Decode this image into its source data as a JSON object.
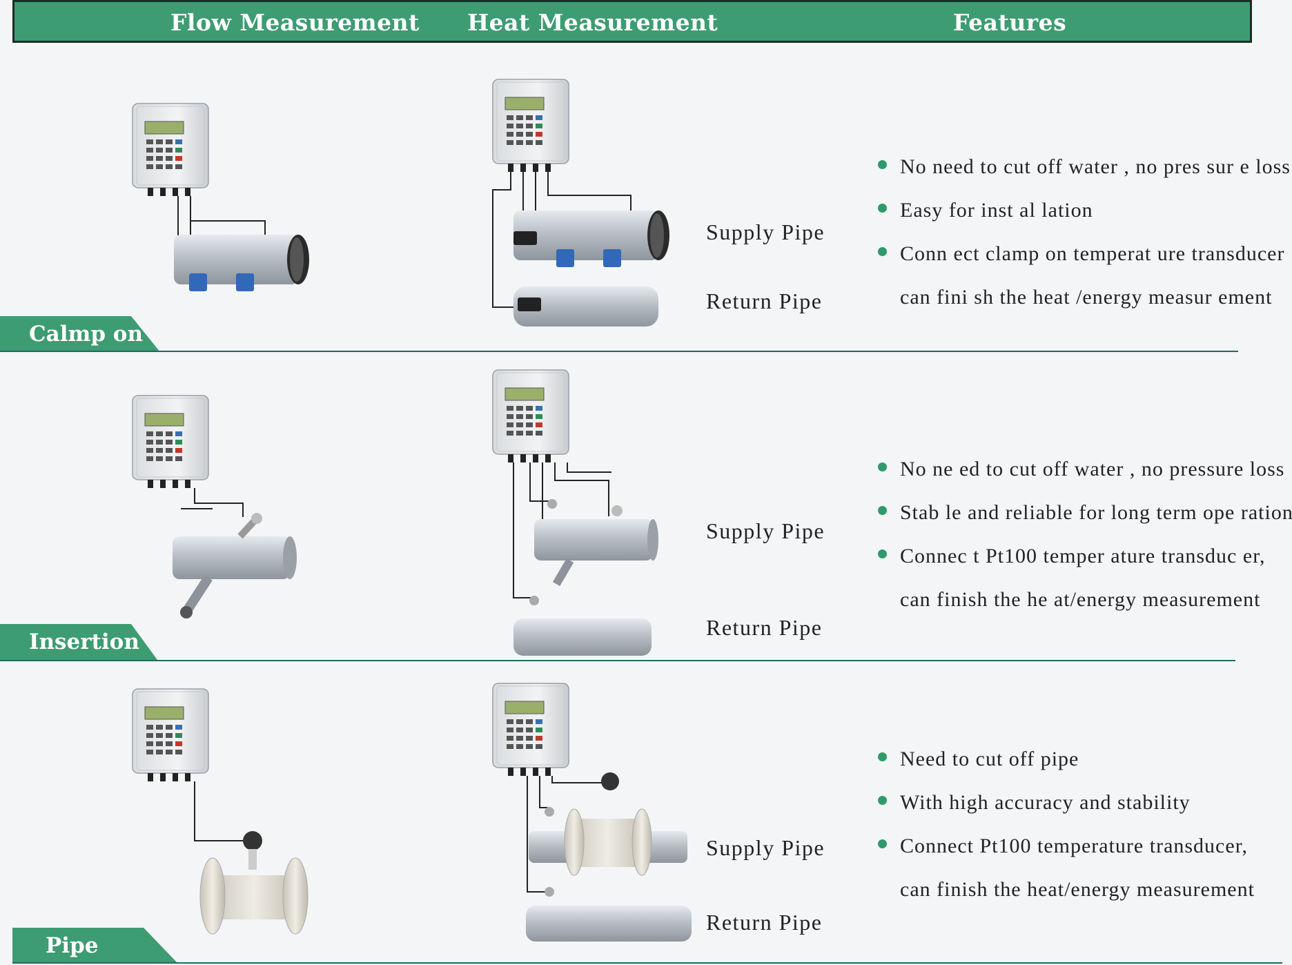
{
  "header": {
    "col1": "Flow Measurement",
    "col2": "Heat Measurement",
    "col3": "Features"
  },
  "rows": [
    {
      "tag": "Calmp on",
      "supply": "Supply Pipe",
      "return": "Return Pipe",
      "features": [
        "No need to cut off  water , no pres sur e loss",
        "Easy for inst al lation",
        "Conn ect  clamp  on  temperat ure  transducer",
        "can  fini sh the heat /energy  measur ement"
      ]
    },
    {
      "tag": "Insertion",
      "supply": "Supply Pipe",
      "return": "Return Pipe",
      "features": [
        "No ne ed to cut off  water , no pressure loss",
        "Stab le and reliable for long term ope ration",
        "Connec t  Pt100  temper ature transduc er,",
        "can finish the he at/energy measurement"
      ]
    },
    {
      "tag": "Pipe",
      "supply": "Supply Pipe",
      "return": "Return Pipe",
      "features": [
        "Need  to cut off pipe",
        "With  high  accuracy  and  stability",
        "Connect Pt100 temperature transducer,",
        "can finish the heat/energy measurement"
      ]
    }
  ],
  "colors": {
    "accent": "#3d9c72",
    "line": "#1d6b63",
    "bullet": "#2f9a6a"
  },
  "icons": [
    "flow-meter-device",
    "clamp-on-pipe",
    "insertion-pipe",
    "flanged-pipe"
  ]
}
